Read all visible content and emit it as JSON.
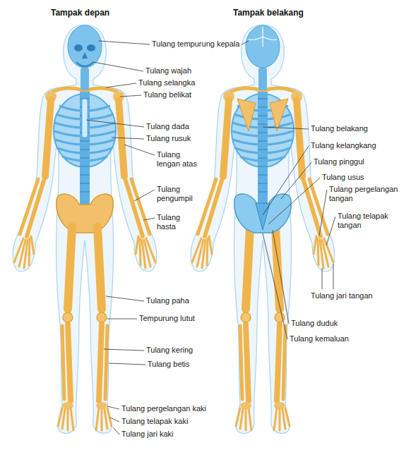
{
  "diagram": {
    "labels": [
      "Tampak depan",
      "Tampak belakang",
      "Tulang tempurung kepala",
      "Tulang wajah",
      "Tulang selangka",
      "Tulang belikat",
      "Tulang dada",
      "Tulang rusuk",
      "Tulang lengan atas",
      "Tulang pengumpil",
      "Tulang hasta",
      "Tulang paha",
      "Tempurung lutut",
      "Tulang kering",
      "Tulang betis",
      "Tulang pergelangan kaki",
      "Tulang telapak kaki",
      "Tulang jari kaki",
      "Tulang belakang",
      "Tulang kelangkang",
      "Tulang pinggul",
      "Tulang usus",
      "Tulang pergelangan tangan",
      "Tulang telapak tangan",
      "Tulang jari tangan",
      "Tulang duduk",
      "Tulang kemaluan"
    ]
  }
}
